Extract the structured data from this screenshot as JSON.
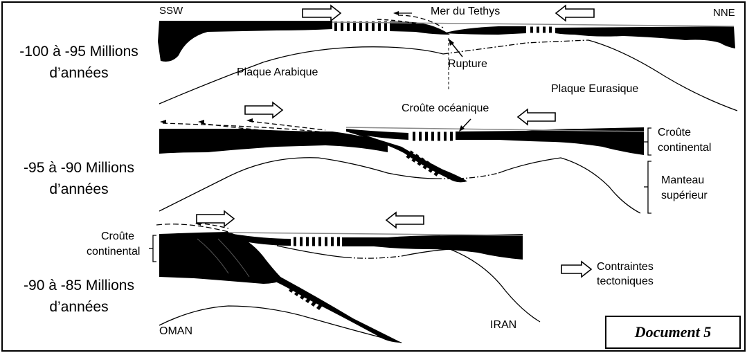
{
  "title_box": "Document 5",
  "stages": [
    {
      "age_line1": "-100 à -95 Millions",
      "age_line2": "d’années"
    },
    {
      "age_line1": "-95 à -90 Millions",
      "age_line2": "d’années"
    },
    {
      "age_line1": "-90 à -85 Millions",
      "age_line2": "d’années"
    }
  ],
  "orientation": {
    "left": "SSW",
    "right": "NNE"
  },
  "labels": {
    "sea": "Mer du Tethys",
    "rupture": "Rupture",
    "arabian_plate": "Plaque Arabique",
    "eurasian_plate": "Plaque Eurasique",
    "oceanic_crust": "Croûte océanique",
    "continental_crust_right": [
      "Croûte",
      "continental"
    ],
    "upper_mantle": [
      "Manteau",
      "supérieur"
    ],
    "continental_crust_left": [
      "Croûte",
      "continental"
    ],
    "oman": "OMAN",
    "iran": "IRAN"
  },
  "legend": {
    "label_line1": "Contraintes",
    "label_line2": "tectoniques"
  }
}
